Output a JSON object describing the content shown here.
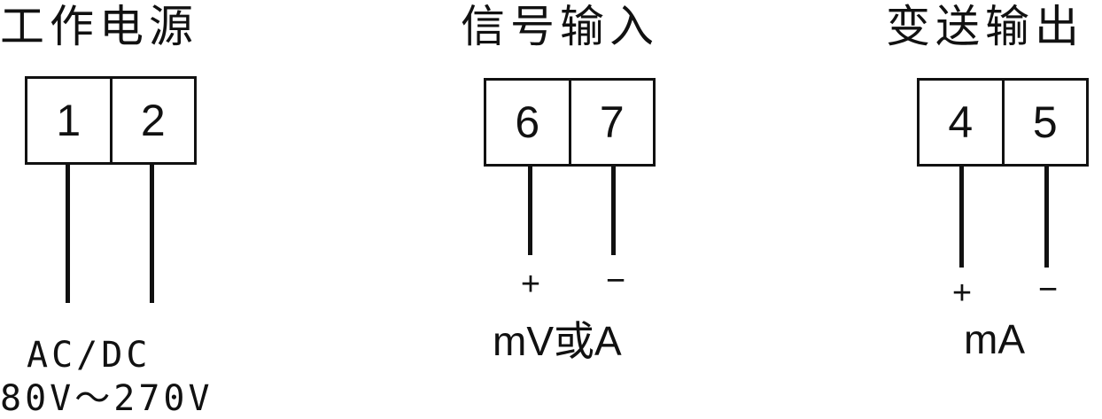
{
  "groups": [
    {
      "title": "工作电源",
      "terminals": [
        "1",
        "2"
      ],
      "signs": [
        "",
        ""
      ],
      "label_lines": [
        "AC/DC",
        "80V～270V"
      ]
    },
    {
      "title": "信号输入",
      "terminals": [
        "6",
        "7"
      ],
      "signs": [
        "+",
        "−"
      ],
      "label_lines": [
        "mV或A"
      ]
    },
    {
      "title": "变送输出",
      "terminals": [
        "4",
        "5"
      ],
      "signs": [
        "+",
        "−"
      ],
      "label_lines": [
        "mA"
      ]
    }
  ],
  "colors": {
    "line": "#111111",
    "background": "#ffffff"
  }
}
